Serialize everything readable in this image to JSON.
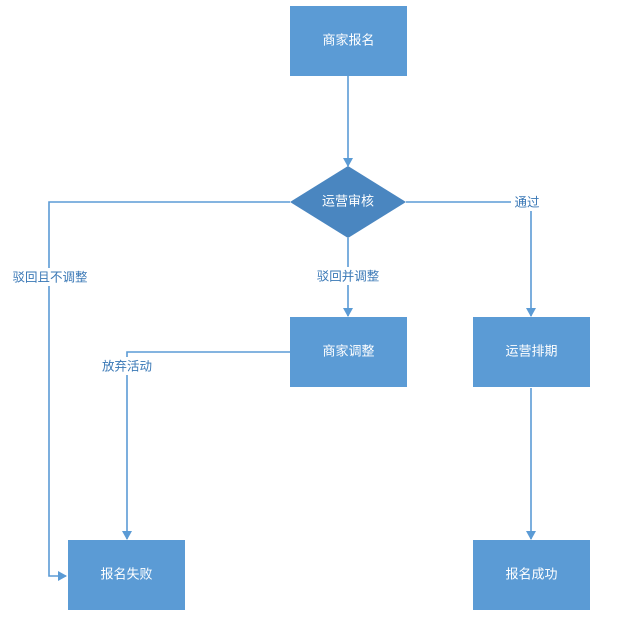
{
  "colors": {
    "box_fill": "#5b9bd5",
    "diamond_fill": "#4a86c0",
    "arrow": "#5b9bd5",
    "label_text": "#3a78b6"
  },
  "nodes": {
    "merchant_signup": "商家报名",
    "ops_review": "运营审核",
    "merchant_adjust": "商家调整",
    "ops_schedule": "运营排期",
    "signup_failed": "报名失败",
    "signup_success": "报名成功"
  },
  "edges": {
    "rejected_no_adjust": "驳回且不调整",
    "rejected_adjust": "驳回并调整",
    "approved": "通过",
    "abandon": "放弃活动"
  }
}
